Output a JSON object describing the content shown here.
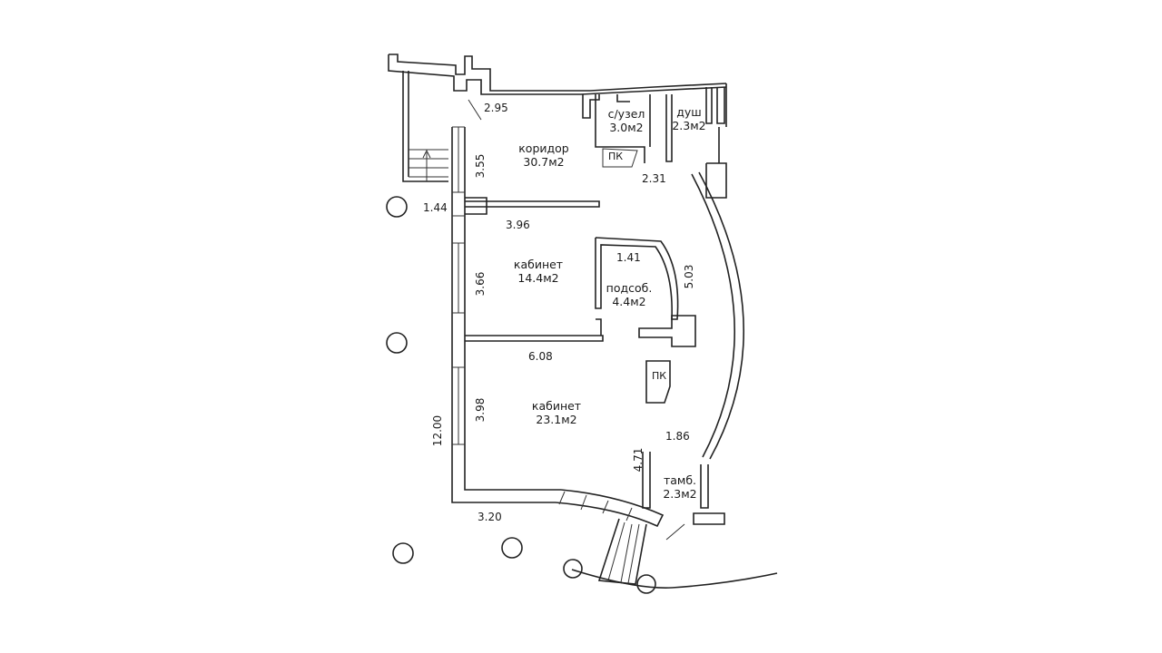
{
  "rooms": {
    "corridor": {
      "name": "коридор",
      "area": "30.7м2"
    },
    "wc": {
      "name": "с/узел",
      "area": "3.0м2"
    },
    "shower": {
      "name": "душ",
      "area": "2.3м2"
    },
    "office1": {
      "name": "кабинет",
      "area": "14.4м2"
    },
    "utility": {
      "name": "подсоб.",
      "area": "4.4м2"
    },
    "office2": {
      "name": "кабинет",
      "area": "23.1м2"
    },
    "vestibule": {
      "name": "тамб.",
      "area": "2.3м2"
    }
  },
  "dimensions": {
    "d295": "2.95",
    "d355": "3.55",
    "d144": "1.44",
    "d231": "2.31",
    "d396": "3.96",
    "d141": "1.41",
    "d366": "3.66",
    "d503": "5.03",
    "d608": "6.08",
    "d398": "3.98",
    "d1200": "12.00",
    "d186": "1.86",
    "d471": "4.71",
    "d320": "3.20"
  },
  "tags": {
    "pk1": "ПК",
    "pk2": "ПК"
  }
}
